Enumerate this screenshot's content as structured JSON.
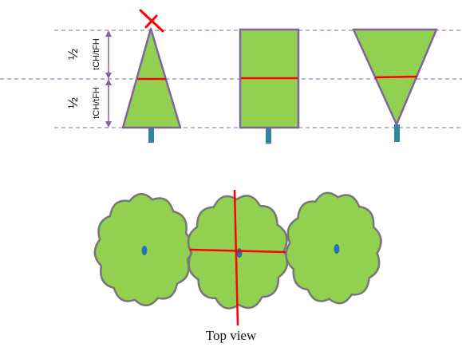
{
  "colors": {
    "crown_fill": "#92d050",
    "crown_outline": "#8064a2",
    "trunk": "#31859c",
    "dash_line": "#8064a2",
    "arrow": "#8064a2",
    "mid_line": "#ff0000",
    "top_view_outline": "#777777",
    "stem_dot": "#2e6fae"
  },
  "labels": {
    "upper_half_fraction": "½",
    "upper_half_ratio": "tCH/tFH",
    "lower_half_fraction": "½",
    "lower_half_ratio": "tCH/tFH",
    "caption": "Top view"
  },
  "side_view": {
    "shapes": [
      "triangle",
      "rectangle",
      "inverted-triangle"
    ],
    "apex_marker": "x-cross-icon"
  }
}
